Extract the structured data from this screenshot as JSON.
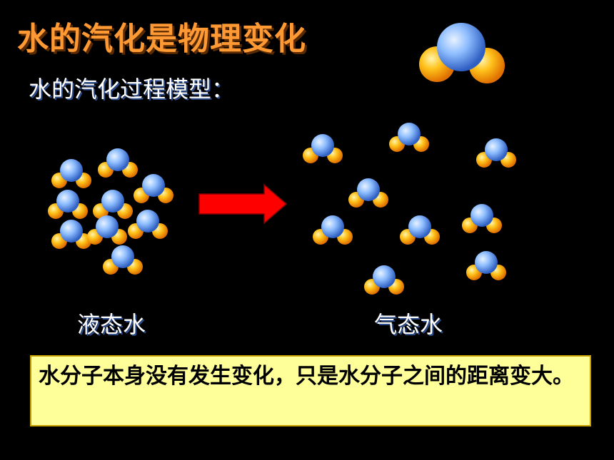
{
  "slide": {
    "title": "水的汽化是物理变化",
    "subtitle": "水的汽化过程模型：",
    "liquid_label": "液态水",
    "gas_label": "气态水",
    "note": "水分子本身没有发生变化，只是水分子之间的距离变大。"
  },
  "colors": {
    "background": "#000000",
    "title": "#FF9933",
    "oxygen": "#7FB2FF",
    "hydrogen": "#FFB800",
    "arrow": "#FF0000",
    "note_bg": "#FFFF99"
  }
}
